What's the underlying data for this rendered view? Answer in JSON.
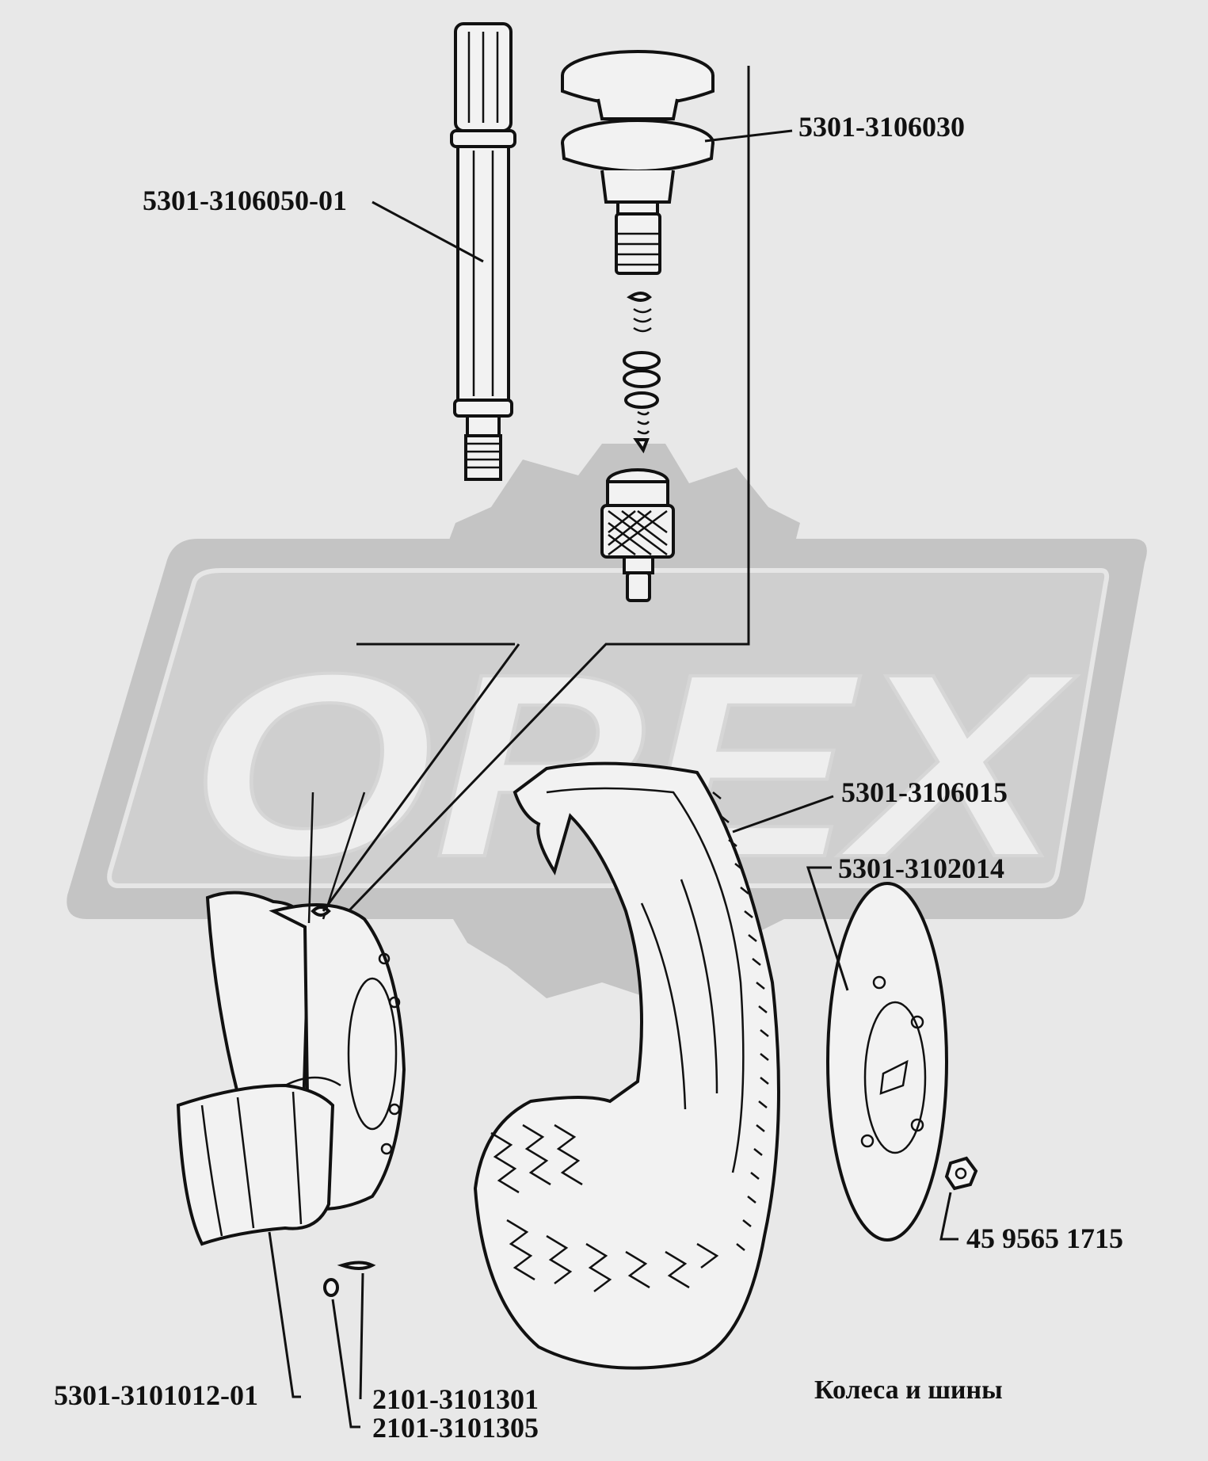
{
  "watermark": {
    "text": "OPEX"
  },
  "caption": "Колеса и шины",
  "labels": {
    "valve_stem": "5301-3106050-01",
    "valve_body": "5301-3106030",
    "tire": "5301-3106015",
    "hub_cap": "5301-3102014",
    "nut": "45 9565 1715",
    "rim": "5301-3101012-01",
    "part_2101_3101301": "2101-3101301",
    "part_2101_3101305": "2101-3101305"
  },
  "colors": {
    "background": "#e8e8e8",
    "watermark": "#c4c4c4",
    "line": "#111111"
  }
}
